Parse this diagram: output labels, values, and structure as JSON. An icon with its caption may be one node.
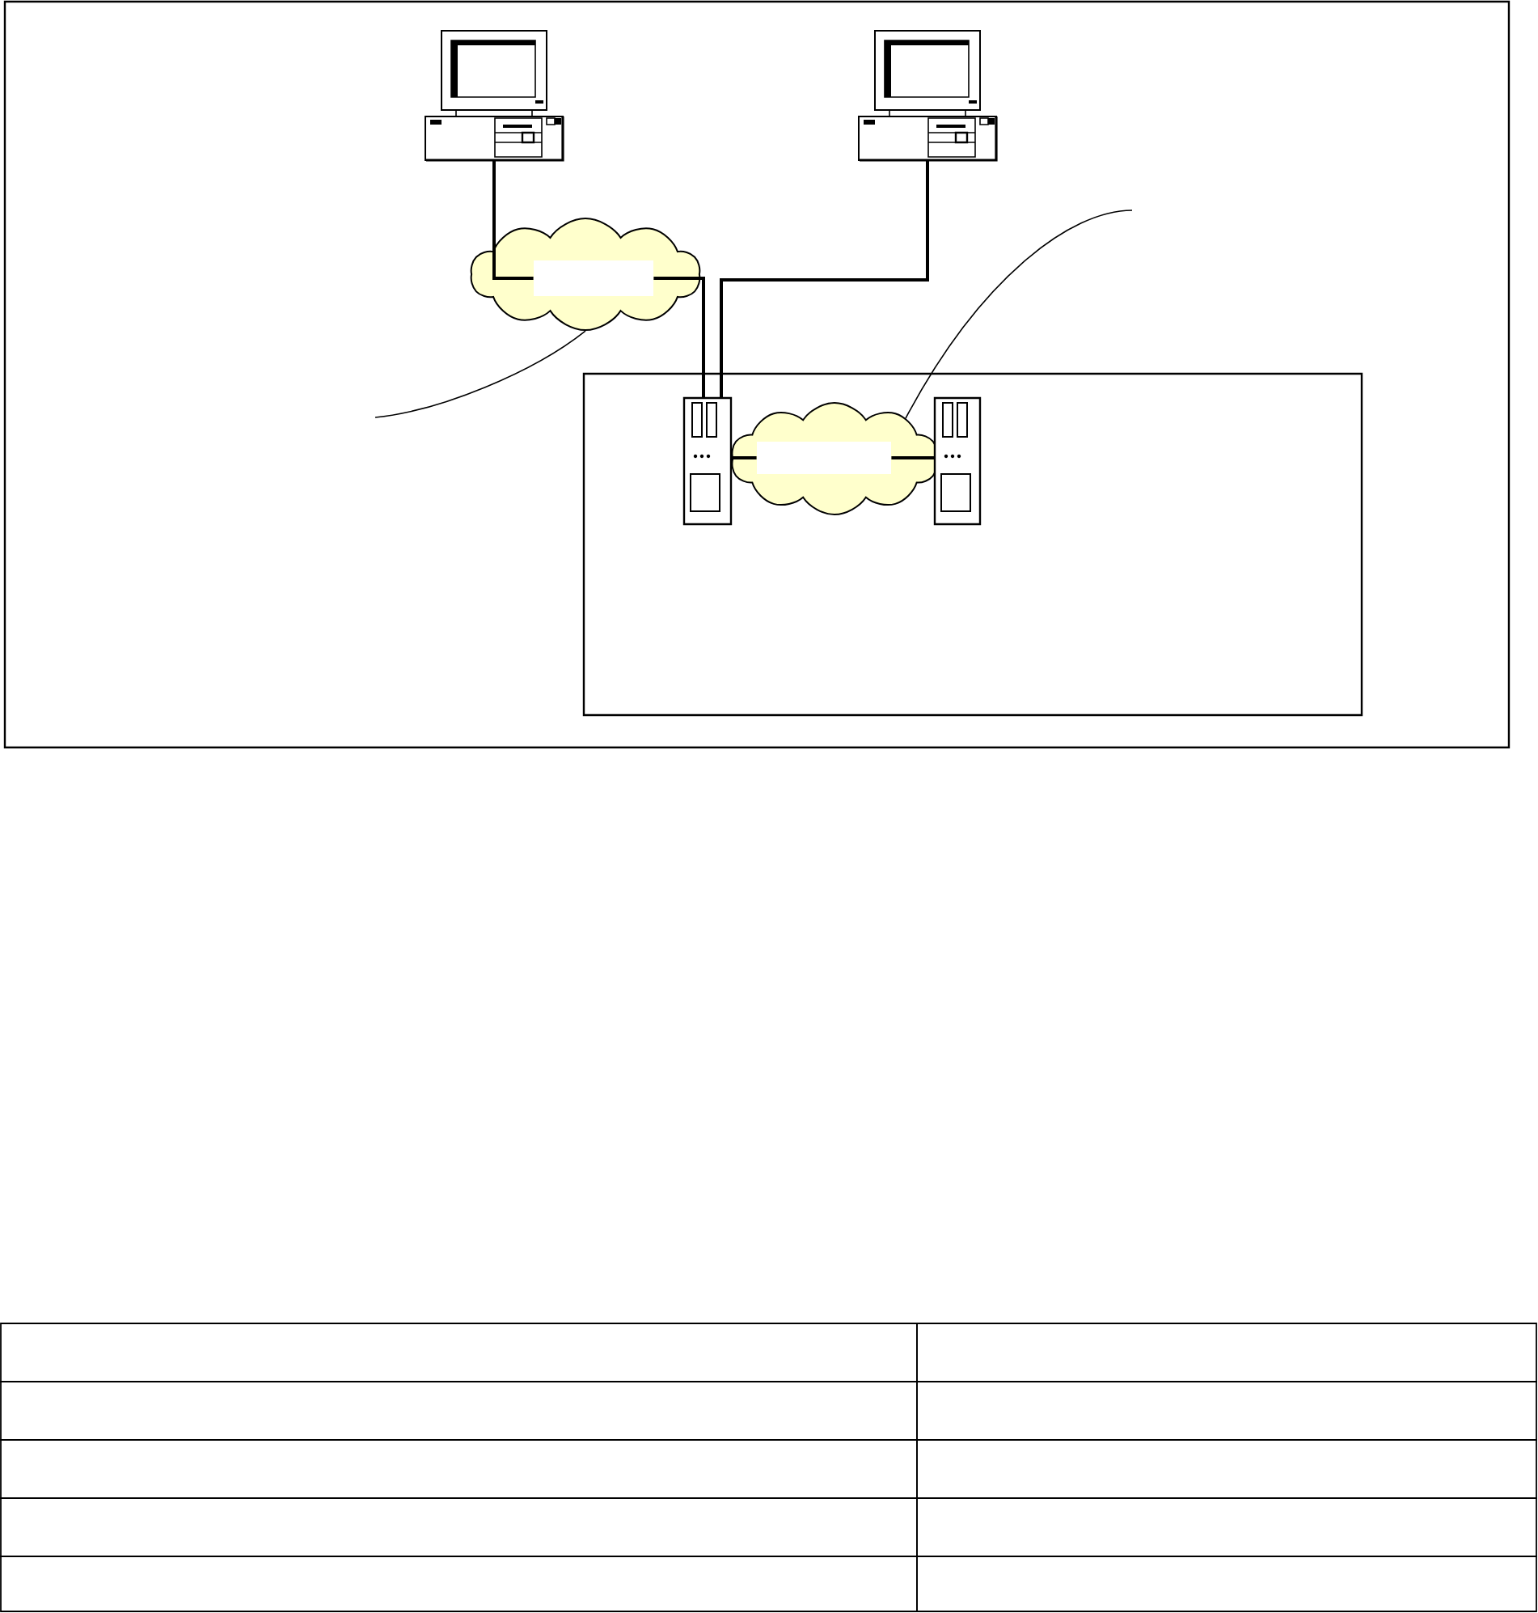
{
  "diagram": {
    "nodes": [
      {
        "text": [],
        "shape": "picture"
      },
      {
        "text": [],
        "shape": "picture"
      },
      {
        "text": [],
        "shape": "cloud"
      },
      {
        "text": [],
        "shape": "box",
        "in": 2
      },
      {
        "text": [],
        "shape": "box"
      },
      {
        "text": [],
        "shape": "picture",
        "in": 4
      },
      {
        "text": [],
        "shape": "cloud",
        "in": 4
      },
      {
        "text": [],
        "shape": "box",
        "in": 6
      },
      {
        "text": [],
        "shape": "picture",
        "in": 4
      }
    ],
    "edges": [
      {
        "from": 0,
        "to": 3,
        "arrow": "none"
      },
      {
        "from": 3,
        "to": 5,
        "arrow": "none"
      },
      {
        "from": 1,
        "to": 5,
        "arrow": "none"
      },
      {
        "from": 5,
        "to": 7,
        "arrow": "none"
      },
      {
        "from": 7,
        "to": 8,
        "arrow": "none"
      },
      {
        "from": null,
        "to": 2,
        "arrow": "none"
      },
      {
        "from": null,
        "to": 6,
        "arrow": "none"
      }
    ]
  }
}
